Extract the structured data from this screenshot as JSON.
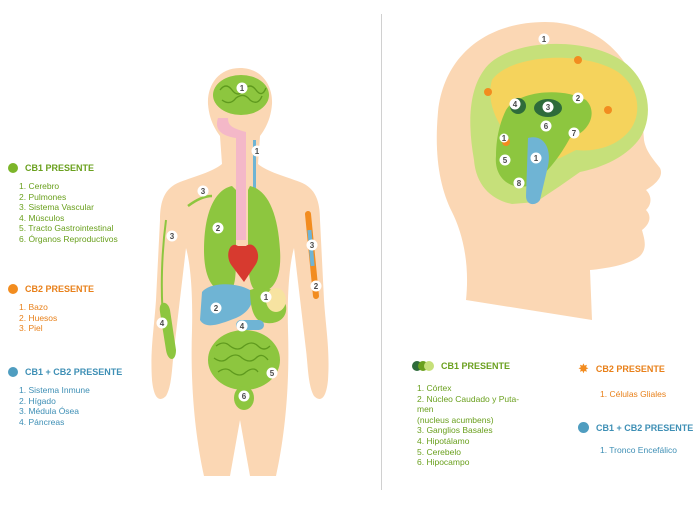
{
  "body_legend": {
    "cb1": {
      "title": "CB1 PRESENTE",
      "color": "#7cb529",
      "items": [
        "1. Cerebro",
        "2. Pulmones",
        "3. Sistema Vascular",
        "4. Músculos",
        "5. Tracto Gastrointestinal",
        "6. Órganos Reproductivos"
      ]
    },
    "cb2": {
      "title": "CB2 PRESENTE",
      "color": "#f28c1f",
      "items": [
        "1. Bazo",
        "2. Huesos",
        "3. Piel"
      ]
    },
    "cb12": {
      "title": "CB1 + CB2 PRESENTE",
      "color": "#4f9dc0",
      "items": [
        "1. Sistema Inmune",
        "2. Hígado",
        "3. Médula Ósea",
        "4. Páncreas"
      ]
    }
  },
  "brain_legend": {
    "cb1": {
      "title": "CB1 PRESENTE",
      "items": [
        "1. Córtex",
        "2. Núcleo Caudado y Puta-",
        "men",
        "(nucleus acumbens)",
        "3. Ganglios Basales",
        "4. Hipotálamo",
        "5. Cerebelo",
        "6. Hipocampo"
      ]
    },
    "cb2": {
      "title": "CB2 PRESENTE",
      "items": [
        "1. Células Gliales"
      ]
    },
    "cb12": {
      "title": "CB1 + CB2 PRESENTE",
      "items": [
        "1. Tronco Encefálico"
      ]
    }
  },
  "body_markers": [
    "1",
    "1",
    "2",
    "3",
    "3",
    "1",
    "2",
    "3",
    "2",
    "4",
    "4",
    "5",
    "6"
  ],
  "brain_markers": [
    "1",
    "2",
    "3",
    "4",
    "5",
    "6",
    "7",
    "8",
    "1",
    "1"
  ]
}
